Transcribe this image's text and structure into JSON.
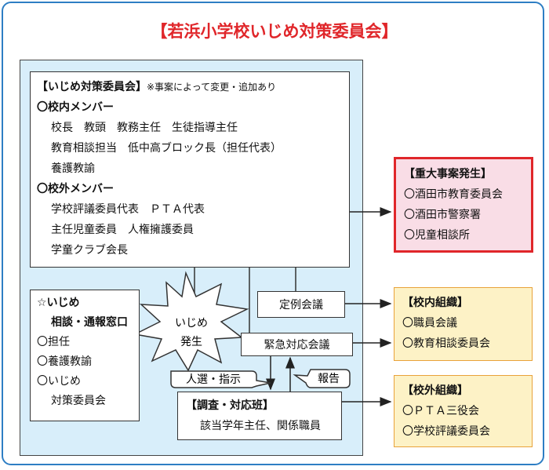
{
  "title": "【若浜小学校いじめ対策委員会】",
  "committee": {
    "heading": "【いじめ対策委員会】",
    "note": "※事案によって変更・追加あり",
    "internal_heading": "〇校内メンバー",
    "internal_members": [
      "校長　教頭　教務主任　生徒指導主任",
      "教育相談担当　低中高ブロック長（担任代表）",
      "養護教諭"
    ],
    "external_heading": "〇校外メンバー",
    "external_members": [
      "学校評議委員代表　ＰＴＡ代表",
      "主任児童委員　人権擁護委員",
      "学童クラブ会長"
    ]
  },
  "window": {
    "heading_1": "☆いじめ",
    "heading_2": "相談・通報窓口",
    "items": [
      "〇担任",
      "〇養護教諭",
      "〇いじめ",
      "対策委員会"
    ]
  },
  "burst": {
    "line1": "いじめ",
    "line2": "発生"
  },
  "regular_meeting": "定例会議",
  "emergency_meeting": "緊急対応会議",
  "selection_label": "人選・指示",
  "report_label": "報告",
  "investigation": {
    "heading": "【調査・対応班】",
    "members": "該当学年主任、関係職員"
  },
  "serious": {
    "heading": "【重大事案発生】",
    "items": [
      "〇酒田市教育委員会",
      "〇酒田市警察署",
      "〇児童相談所"
    ]
  },
  "internal_org": {
    "heading": "【校内組織】",
    "items": [
      "〇職員会議",
      "〇教育相談委員会"
    ]
  },
  "external_org": {
    "heading": "【校外組織】",
    "items": [
      "〇ＰＴＡ三役会",
      "〇学校評議委員会"
    ]
  },
  "colors": {
    "frame": "#2e7ec4",
    "title": "#e0262a",
    "panel": "#d8eefa",
    "alert_fill": "#f9dde6",
    "alert_border": "#e0262a",
    "org_fill": "#fdf2c6",
    "org_border": "#e8a23a"
  }
}
